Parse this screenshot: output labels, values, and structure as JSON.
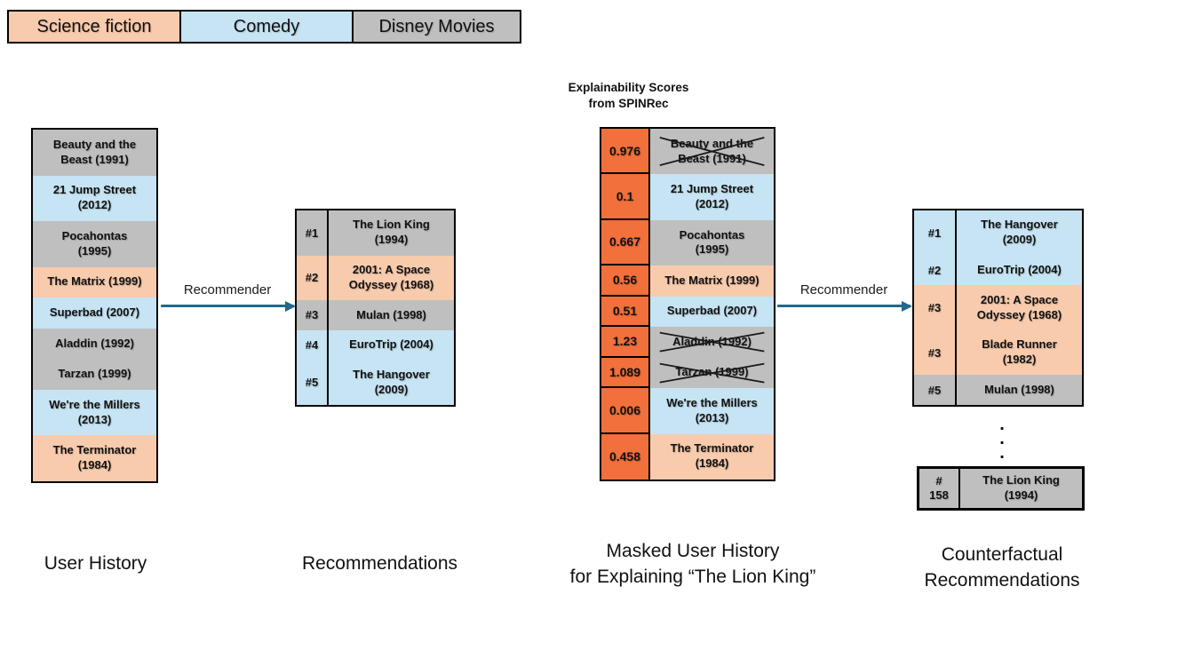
{
  "colors": {
    "scifi": "#F8CBAD",
    "comedy": "#C6E4F3",
    "disney": "#BFBFBF",
    "score": "#F1703B",
    "arrow": "#20698C"
  },
  "legend": [
    {
      "label": "Science fiction",
      "genre": "scifi"
    },
    {
      "label": "Comedy",
      "genre": "comedy"
    },
    {
      "label": "Disney Movies",
      "genre": "disney"
    }
  ],
  "recommender_label": "Recommender",
  "user_history": {
    "caption": "User History",
    "rows": [
      {
        "title": "Beauty and the\nBeast (1991)",
        "genre": "disney"
      },
      {
        "title": "21 Jump Street\n(2012)",
        "genre": "comedy"
      },
      {
        "title": "Pocahontas\n(1995)",
        "genre": "disney"
      },
      {
        "title": "The Matrix (1999)",
        "genre": "scifi"
      },
      {
        "title": "Superbad (2007)",
        "genre": "comedy"
      },
      {
        "title": "Aladdin (1992)",
        "genre": "disney"
      },
      {
        "title": "Tarzan (1999)",
        "genre": "disney"
      },
      {
        "title": "We're the Millers\n(2013)",
        "genre": "comedy"
      },
      {
        "title": "The Terminator\n(1984)",
        "genre": "scifi"
      }
    ]
  },
  "recommendations": {
    "caption": "Recommendations",
    "rows": [
      {
        "rank": "#1",
        "title": "The Lion King\n(1994)",
        "genre": "disney"
      },
      {
        "rank": "#2",
        "title": "2001: A Space\nOdyssey (1968)",
        "genre": "scifi"
      },
      {
        "rank": "#3",
        "title": "Mulan (1998)",
        "genre": "disney"
      },
      {
        "rank": "#4",
        "title": "EuroTrip (2004)",
        "genre": "comedy"
      },
      {
        "rank": "#5",
        "title": "The Hangover\n(2009)",
        "genre": "comedy"
      }
    ]
  },
  "masked_history": {
    "header_line1": "Explainability Scores",
    "header_line2": "from SPINRec",
    "caption_line1": "Masked User History",
    "caption_line2": "for Explaining “The Lion King”",
    "rows": [
      {
        "score": "0.976",
        "title": "Beauty and the\nBeast (1991)",
        "genre": "disney",
        "masked": true
      },
      {
        "score": "0.1",
        "title": "21 Jump Street\n(2012)",
        "genre": "comedy",
        "masked": false
      },
      {
        "score": "0.667",
        "title": "Pocahontas\n(1995)",
        "genre": "disney",
        "masked": false
      },
      {
        "score": "0.56",
        "title": "The Matrix (1999)",
        "genre": "scifi",
        "masked": false
      },
      {
        "score": "0.51",
        "title": "Superbad (2007)",
        "genre": "comedy",
        "masked": false
      },
      {
        "score": "1.23",
        "title": "Aladdin (1992)",
        "genre": "disney",
        "masked": true
      },
      {
        "score": "1.089",
        "title": "Tarzan (1999)",
        "genre": "disney",
        "masked": true
      },
      {
        "score": "0.006",
        "title": "We're the Millers\n(2013)",
        "genre": "comedy",
        "masked": false
      },
      {
        "score": "0.458",
        "title": "The Terminator\n(1984)",
        "genre": "scifi",
        "masked": false
      }
    ]
  },
  "counterfactual": {
    "caption_line1": "Counterfactual",
    "caption_line2": "Recommendations",
    "rows": [
      {
        "rank": "#1",
        "title": "The Hangover\n(2009)",
        "genre": "comedy"
      },
      {
        "rank": "#2",
        "title": "EuroTrip (2004)",
        "genre": "comedy"
      },
      {
        "rank": "#3",
        "title": "2001: A Space\nOdyssey (1968)",
        "genre": "scifi"
      },
      {
        "rank": "#3",
        "title": "Blade Runner\n(1982)",
        "genre": "scifi"
      },
      {
        "rank": "#5",
        "title": "Mulan (1998)",
        "genre": "disney"
      }
    ],
    "ellipsis": [
      ".",
      ".",
      "."
    ],
    "tail_row": {
      "rank": "#\n158",
      "title": "The Lion King\n(1994)",
      "genre": "disney"
    }
  }
}
